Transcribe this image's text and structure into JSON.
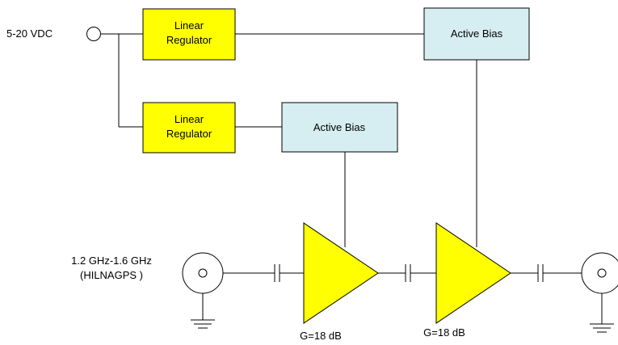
{
  "supply": {
    "label": "5-20 VDC"
  },
  "blocks": {
    "regulator_top": {
      "line1": "Linear",
      "line2": "Regulator"
    },
    "regulator_bottom": {
      "line1": "Linear",
      "line2": "Regulator"
    },
    "bias_top": {
      "label": "Active Bias"
    },
    "bias_bottom": {
      "label": "Active Bias"
    }
  },
  "input": {
    "line1": "1.2 GHz-1.6 GHz",
    "line2": "(HILNAGPS )"
  },
  "amplifiers": [
    {
      "gain_label": "G=18 dB"
    },
    {
      "gain_label": "G=18 dB"
    }
  ],
  "colors": {
    "regulator_fill": "#ffff00",
    "bias_fill": "#d6eef2",
    "amplifier_fill": "#ffff00",
    "line": "#000000"
  }
}
